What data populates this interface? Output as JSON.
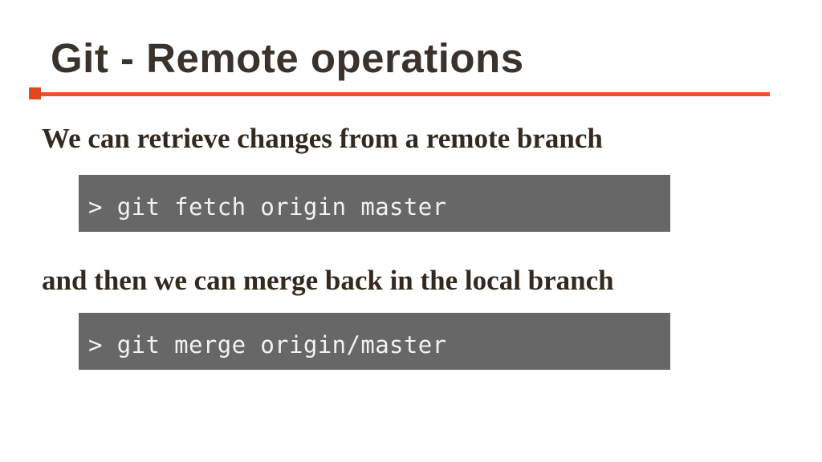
{
  "slide": {
    "title": "Git - Remote operations",
    "sections": [
      {
        "text": "We can retrieve changes from a remote branch",
        "code": "> git fetch origin master"
      },
      {
        "text": "and then we can merge back in the local branch",
        "code": "> git merge origin/master"
      }
    ],
    "colors": {
      "background": "#ffffff",
      "title_text": "#3a322b",
      "body_text": "#33291f",
      "accent_line": "#f04e2c",
      "accent_square": "#e24722",
      "code_background": "#676767",
      "code_text": "#f2f2f2"
    }
  }
}
